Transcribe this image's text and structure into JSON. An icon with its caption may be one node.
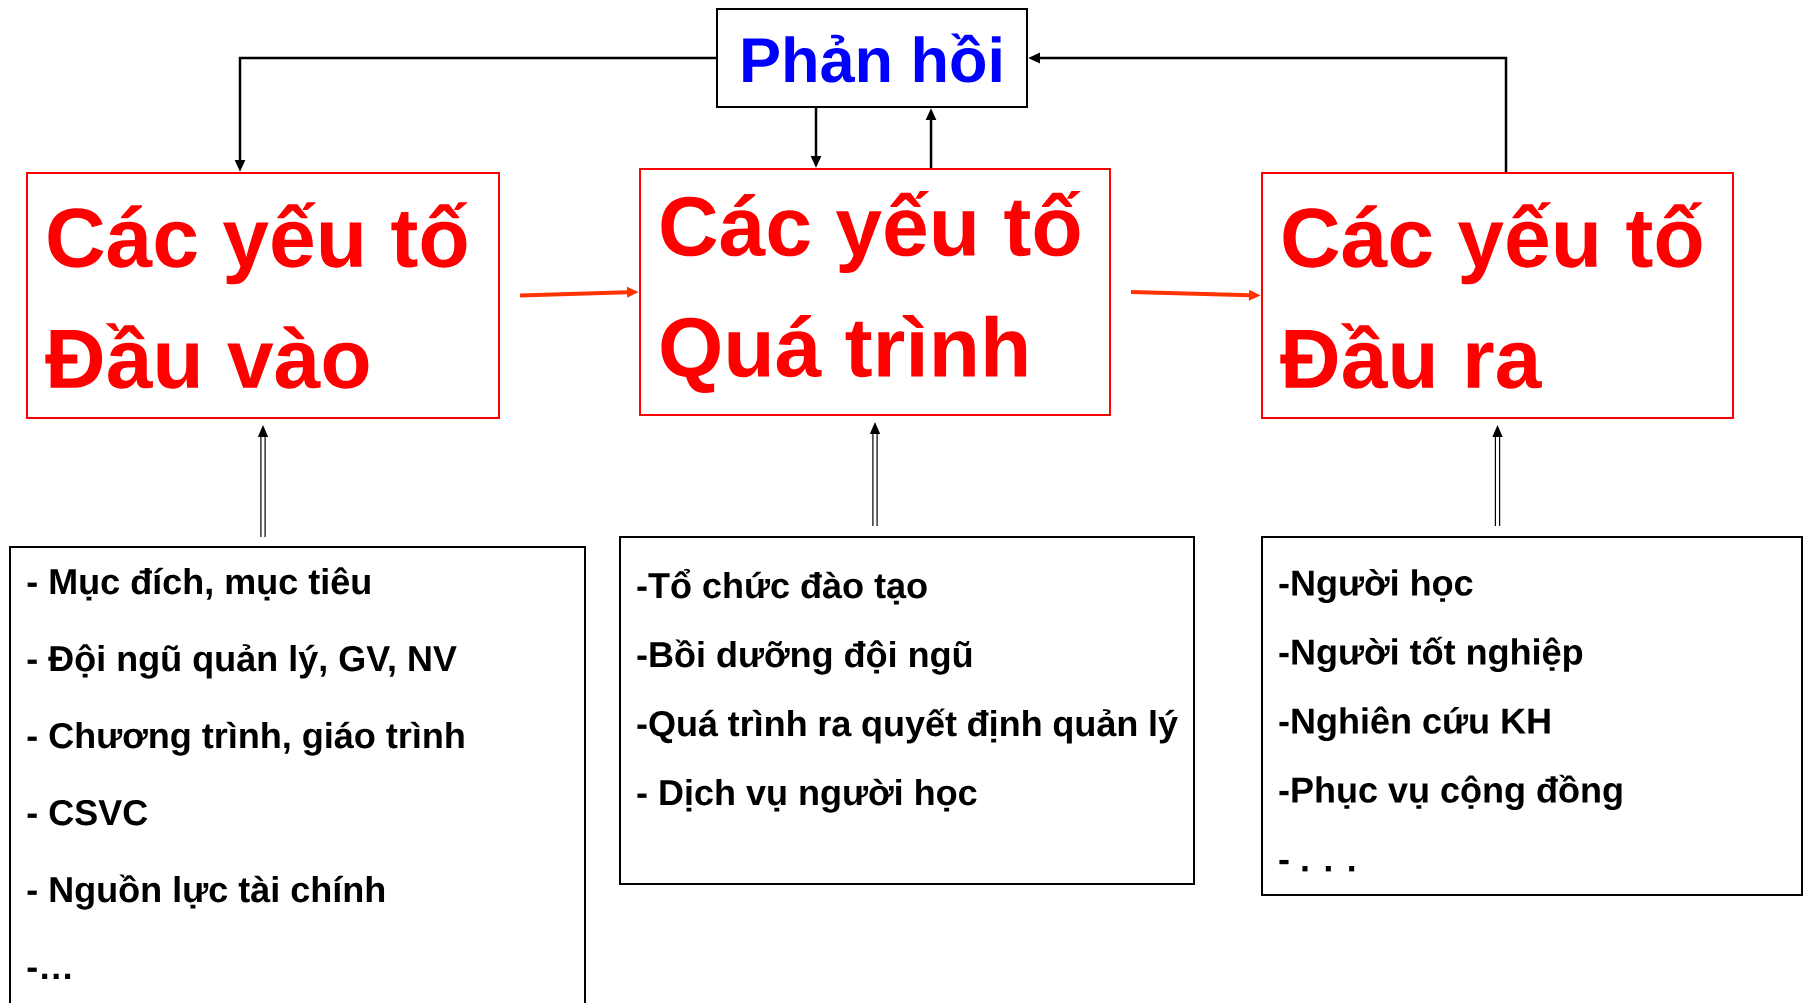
{
  "diagram": {
    "nodes": [
      {
        "text": [
          "Phản hồi"
        ]
      },
      {
        "text": [
          "Các yếu tố Đầu vào"
        ]
      },
      {
        "text": [
          "Các yếu tố Quá trình"
        ]
      },
      {
        "text": [
          "Các yếu tố Đầu ra"
        ]
      },
      {
        "text": [
          "- Mục đích, mục tiêu",
          "- Đội ngũ quản lý, GV, NV",
          "- Chương trình, giáo trình",
          "- CSVC",
          "- Nguồn lực tài chính",
          "-…"
        ]
      },
      {
        "text": [
          "-Tổ chức đào tạo",
          "-Bồi dưỡng đội ngũ",
          "-Quá trình ra quyết định quản lý",
          "- Dịch vụ người học"
        ]
      },
      {
        "text": [
          "-Người học",
          "-Người tốt nghiệp",
          "-Nghiên cứu KH",
          "-Phục vụ cộng đồng",
          "- . . ."
        ]
      }
    ],
    "edges": [
      {
        "from": 0,
        "to": 1,
        "arrow": "to"
      },
      {
        "from": 0,
        "to": 2,
        "arrow": "to"
      },
      {
        "from": 2,
        "to": 0,
        "arrow": "to"
      },
      {
        "from": 3,
        "to": 0,
        "arrow": "to"
      },
      {
        "from": 1,
        "to": 2,
        "arrow": "to",
        "color": "#ff3300"
      },
      {
        "from": 2,
        "to": 3,
        "arrow": "to",
        "color": "#ff3300"
      },
      {
        "from": 4,
        "to": 1,
        "arrow": "to"
      },
      {
        "from": 5,
        "to": 2,
        "arrow": "to"
      },
      {
        "from": 6,
        "to": 3,
        "arrow": "to"
      }
    ]
  }
}
